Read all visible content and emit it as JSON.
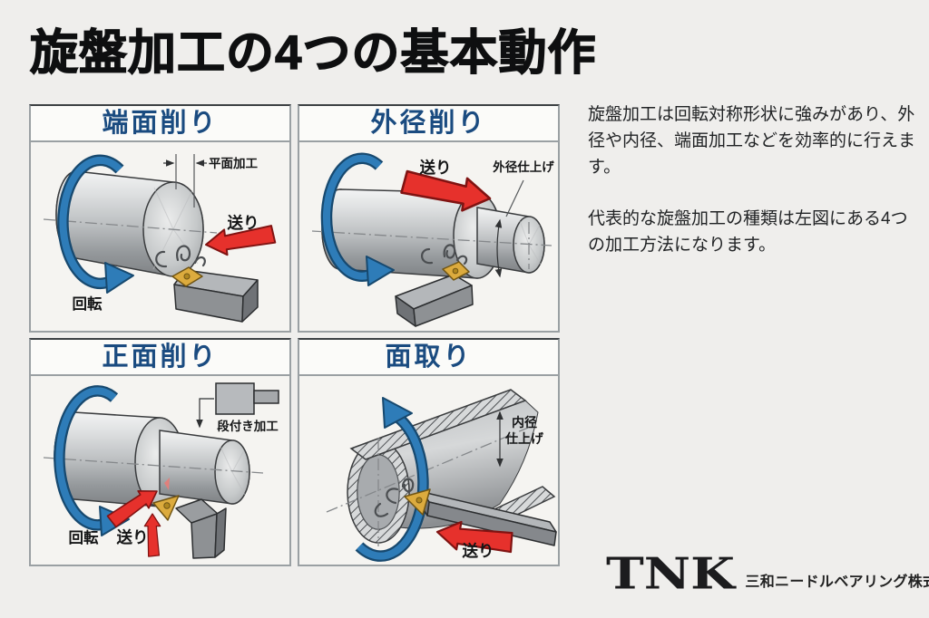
{
  "page": {
    "title": "旋盤加工の4つの基本動作"
  },
  "panels": [
    {
      "id": "end-face-cutting",
      "title": "端面削り",
      "labels": {
        "rotation": "回転",
        "feed": "送り",
        "machining": "平面加工"
      }
    },
    {
      "id": "od-cutting",
      "title": "外径削り",
      "labels": {
        "feed": "送り",
        "finish": "外径仕上げ"
      }
    },
    {
      "id": "front-face-cutting",
      "title": "正面削り",
      "labels": {
        "rotation": "回転",
        "feed": "送り",
        "machining": "段付き加工"
      }
    },
    {
      "id": "chamfering",
      "title": "面取り",
      "labels": {
        "feed": "送り",
        "finish_lines": [
          "内径",
          "仕上げ"
        ]
      }
    }
  ],
  "description": {
    "paragraph1": "旋盤加工は回転対称形状に強みがあり、外径や内径、端面加工などを効率的に行えます。",
    "paragraph2": "代表的な旋盤加工の種類は左図にある4つの加工方法になります。"
  },
  "footer": {
    "logo_text": "TNK",
    "company_name": "三和ニードルベアリング株式会社"
  },
  "colors": {
    "panel_title_blue": "#1a4b80",
    "rotation_arrow_blue": "#2e7cb8",
    "feed_arrow_red": "#e6312c",
    "insert_gold": "#dcab3e",
    "background": "#efeeec"
  }
}
